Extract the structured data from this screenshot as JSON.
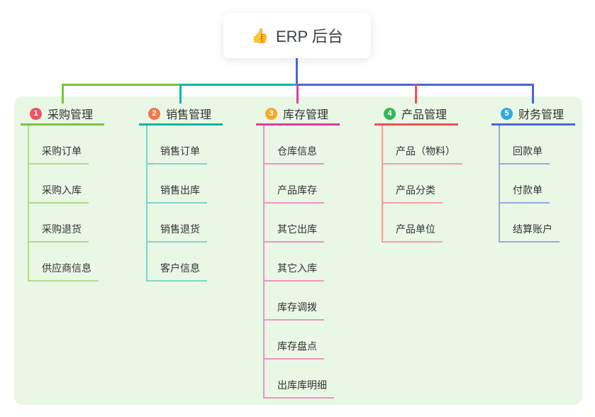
{
  "root": {
    "icon": "👍",
    "title": "ERP 后台"
  },
  "colors": {
    "canvas_bg": "#ffffff",
    "panel_bg": "#e9f7e5",
    "root_connector": "#4a67d3",
    "text": "#333333",
    "root_text": "#3b404b"
  },
  "branches": [
    {
      "id": "purchase-management",
      "num": "1",
      "label": "采购管理",
      "badge_color": "#ec5463",
      "line_color": "#7cc241",
      "sub_line_color": "#b3da8d",
      "items": [
        "采购订单",
        "采购入库",
        "采购退货",
        "供应商信息"
      ]
    },
    {
      "id": "sales-management",
      "num": "2",
      "label": "销售管理",
      "badge_color": "#f3764e",
      "line_color": "#16b3a6",
      "sub_line_color": "#7fd4cb",
      "items": [
        "销售订单",
        "销售出库",
        "销售退货",
        "客户信息"
      ]
    },
    {
      "id": "inventory-management",
      "num": "3",
      "label": "库存管理",
      "badge_color": "#e13ba2",
      "line_color": "#e13ba2",
      "sub_line_color": "#f192c9",
      "items": [
        "仓库信息",
        "产品库存",
        "其它出库",
        "其它入库",
        "库存调拨",
        "库存盘点",
        "出库库明细"
      ]
    },
    {
      "id": "product-management",
      "num": "4",
      "label": "产品管理",
      "badge_color": "#35b558",
      "line_color": "#f2504f",
      "sub_line_color": "#f89da0",
      "items": [
        "产品（物料）",
        "产品分类",
        "产品单位"
      ]
    },
    {
      "id": "finance-management",
      "num": "5",
      "label": "财务管理",
      "badge_color": "#30a9de",
      "line_color": "#4a67d3",
      "sub_line_color": "#94aae2",
      "items": [
        "回款单",
        "付款单",
        "结算账户"
      ]
    }
  ],
  "badge_colors_override": {
    "3": "#f8a727"
  }
}
